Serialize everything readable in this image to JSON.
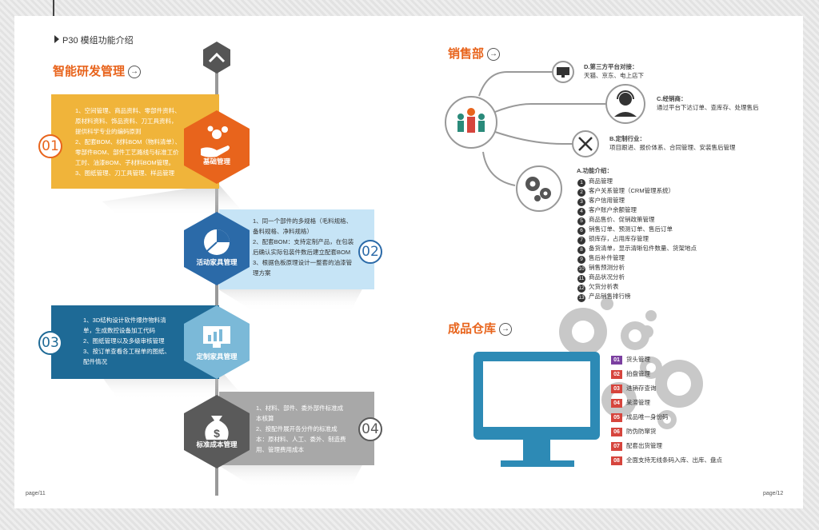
{
  "left_header": "P30 模组功能介绍",
  "section_rd": "智能研发管理",
  "steps": [
    {
      "num": "01",
      "title": "基础管理",
      "lines": [
        "1、空间管理、商品资料、零部件资料、",
        "原材料资料、饰品资料、刀工具资料，",
        "提供科学专业的编码原则",
        "2、配套BOM、材料BOM（物料清单）、",
        "零部件BOM、部件工艺路线与标准工价",
        "工时、油漆BOM、子材料BOM管理。",
        "3、图纸管理、刀工具管理、样品管理"
      ],
      "color": "#f0b43a",
      "hex": "#e8641c",
      "icon": "hand-gear-icon"
    },
    {
      "num": "02",
      "title": "活动家具管理",
      "lines": [
        "1、同一个部件的多规格（毛料规格、",
        "备料规格、净料规格）",
        "2、配套BOM：支持定制产品，在包装",
        "后确认实际包装件数后建立配套BOM",
        "3、根据色板原理设计一整套的油漆管",
        "理方案"
      ],
      "color": "#c6e4f6",
      "hex": "#2b6aa8",
      "icon": "pie-chart-icon"
    },
    {
      "num": "03",
      "title": "定制家具管理",
      "lines": [
        "1、3D结构设计软件爆炸物料清",
        "单，生成数控设备加工代码",
        "2、图纸管理以及多级审核管理",
        "3、按订单查看各工程单的图纸、",
        "配件情况"
      ],
      "color": "#1e6a96",
      "hex": "#7bb9d8",
      "icon": "monitor-chart-icon"
    },
    {
      "num": "04",
      "title": "标准成本管理",
      "lines": [
        "1、材料、部件、委外部件标准成",
        "本核算",
        "2、按配件展开各分件的标准成",
        "本：原材料、人工、委外、制造费",
        "用、管理费用成本"
      ],
      "color": "#a8a8a8",
      "hex": "#5a5a5a",
      "icon": "money-bag-icon"
    }
  ],
  "section_sales": "销售部",
  "channels": {
    "d_title": "D.第三方平台对接：",
    "d_text": "天猫、京东、电上店下",
    "c_title": "C.经销商：",
    "c_text": "通过平台下达订单、查库存、处理售后",
    "b_title": "B.定制行业：",
    "b_text": "项目跟进、报价体系、合同管理、安装售后管理",
    "a_title": "A.功能介绍："
  },
  "features": [
    "商品管理",
    "客户关系管理（CRM管理系统）",
    "客户信用管理",
    "客户账户余额管理",
    "商品售价、促销政策管理",
    "销售订单、预测订单、售后订单",
    "锁库存，占用库存管理",
    "备货清单，显示清晰包件数量、货架地点",
    "售后补件管理",
    "销售预测分析",
    "商品状况分析",
    "欠货分析表",
    "产品销售排行榜"
  ],
  "section_warehouse": "成品仓库",
  "warehouse": [
    {
      "n": "01",
      "t": "货头管理",
      "c": "#7b3fa0"
    },
    {
      "n": "02",
      "t": "拍盘管理",
      "c": "#d6453d"
    },
    {
      "n": "03",
      "t": "进销存查询",
      "c": "#d6453d"
    },
    {
      "n": "04",
      "t": "呆滞管理",
      "c": "#d6453d"
    },
    {
      "n": "05",
      "t": "成品唯一身份码",
      "c": "#d6453d"
    },
    {
      "n": "06",
      "t": "防伪防窜货",
      "c": "#d6453d"
    },
    {
      "n": "07",
      "t": "配套出货管理",
      "c": "#d6453d"
    },
    {
      "n": "08",
      "t": "全面支持无线条码入库、出库、盘点",
      "c": "#d6453d"
    }
  ],
  "page_left": "page/11",
  "page_right": "page/12",
  "colors": {
    "orange": "#e8641c",
    "blue": "#2b6aa8",
    "screen": "#2d8ab5"
  }
}
